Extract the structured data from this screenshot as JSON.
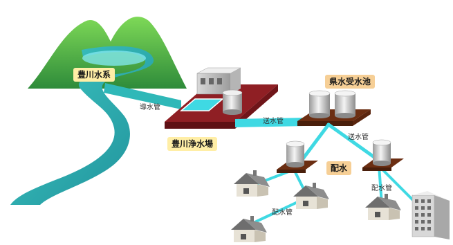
{
  "labels": {
    "river_system": "豊川水系",
    "intake_pipe": "導水管",
    "treatment_plant": "豊川浄水場",
    "transmission_pipe_main": "送水管",
    "reservoir": "県水受水池",
    "transmission_pipe_branch": "送水管",
    "distribution": "配水",
    "distribution_pipe_left": "配水管",
    "distribution_pipe_right": "配水管"
  },
  "colors": {
    "water": "#3fd9e3",
    "river": "#2fb8b8",
    "mountain": "#4caf50",
    "plant_base": "#8f1f24",
    "tank_base": "#6b2e12"
  }
}
